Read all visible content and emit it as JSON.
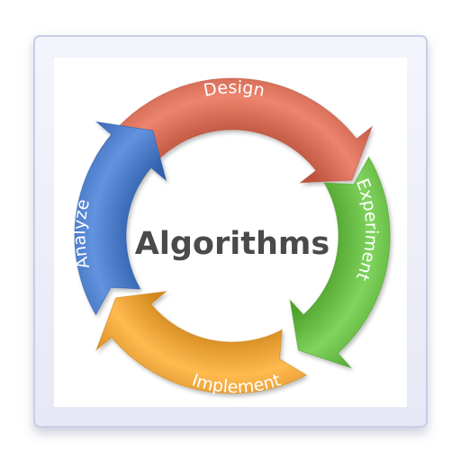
{
  "diagram": {
    "center_title": "Algorithms",
    "stages": [
      {
        "id": "design",
        "label": "Design",
        "color": "#d9705a"
      },
      {
        "id": "experiment",
        "label": "Experiment",
        "color": "#6cc04a"
      },
      {
        "id": "implement",
        "label": "Implement",
        "color": "#f0a63c"
      },
      {
        "id": "analyze",
        "label": "Analyze",
        "color": "#4f7fcb"
      }
    ]
  },
  "colors": {
    "frame_fill": "#eef0fa",
    "frame_border": "#c9cde6",
    "panel_fill": "#ffffff",
    "title_color": "#4a4a4a"
  }
}
